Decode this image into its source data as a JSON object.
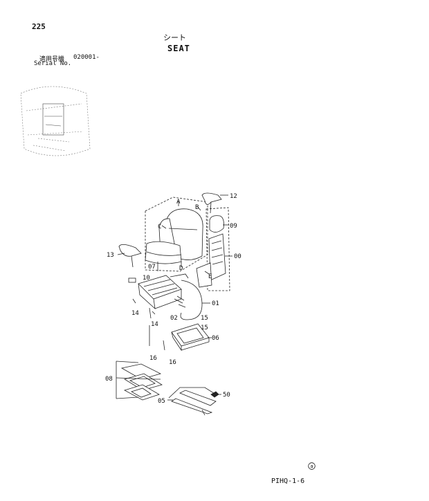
{
  "header": {
    "page_number": "225",
    "title_jp": "シート",
    "title_en": "SEAT",
    "serial_label_jp": "適用号機",
    "serial_value": "020001-",
    "serial_label_en": "Serial No."
  },
  "callouts": {
    "A": "A",
    "B": "B",
    "C": "C",
    "D": "D",
    "E": "E",
    "c00": "00",
    "c01": "01",
    "c02": "02",
    "c05": "05",
    "c06": "06",
    "c07": "07",
    "c08": "08",
    "c09": "09",
    "c10": "10",
    "c12": "12",
    "c13": "13",
    "c14a": "14",
    "c14b": "14",
    "c15a": "15",
    "c15b": "15",
    "c16a": "16",
    "c16b": "16",
    "c50": "50"
  },
  "footer": {
    "code": "PIHQ-1-6",
    "mark": "a-mark-icon"
  }
}
